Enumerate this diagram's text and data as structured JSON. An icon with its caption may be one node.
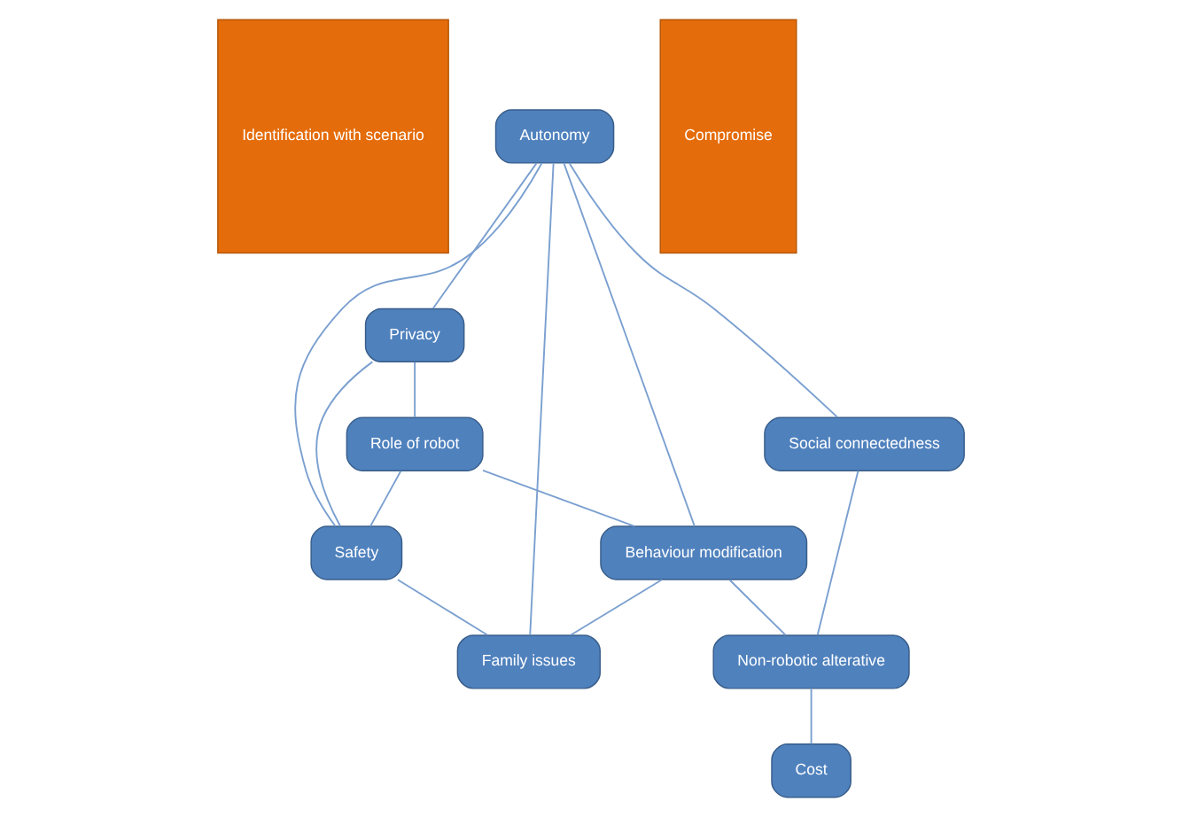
{
  "diagram": {
    "nodes": [
      {
        "text": [
          "Identification with scenario"
        ]
      },
      {
        "text": [
          "Privacy"
        ]
      },
      {
        "text": [
          "Role of robot"
        ]
      },
      {
        "text": [
          "Compromise"
        ]
      },
      {
        "text": [
          "Safety"
        ]
      },
      {
        "text": [
          "Autonomy"
        ]
      },
      {
        "text": [
          "Family issues"
        ]
      },
      {
        "text": [
          "Behaviour modification"
        ]
      },
      {
        "text": [
          "Social connectedness"
        ]
      },
      {
        "text": [
          "Non-robotic alterative"
        ]
      },
      {
        "text": [
          "Cost"
        ]
      }
    ],
    "edges": [
      {
        "from": 1,
        "to": 2,
        "arrow": "none"
      },
      {
        "from": 5,
        "to": 1,
        "arrow": "none"
      },
      {
        "from": 1,
        "to": 4,
        "arrow": "none"
      },
      {
        "from": 2,
        "to": 4,
        "arrow": "none"
      },
      {
        "from": 5,
        "to": 4,
        "arrow": "none"
      },
      {
        "from": 4,
        "to": 6,
        "arrow": "none"
      },
      {
        "from": 5,
        "to": 6,
        "arrow": "none"
      },
      {
        "from": 5,
        "to": 7,
        "arrow": "none"
      },
      {
        "from": 7,
        "to": 6,
        "arrow": "none"
      },
      {
        "from": 2,
        "to": 7,
        "arrow": "none"
      },
      {
        "from": 5,
        "to": 8,
        "arrow": "none"
      },
      {
        "from": 7,
        "to": 9,
        "arrow": "none"
      },
      {
        "from": 8,
        "to": 9,
        "arrow": "none"
      },
      {
        "from": 9,
        "to": 10,
        "arrow": "none"
      }
    ]
  }
}
